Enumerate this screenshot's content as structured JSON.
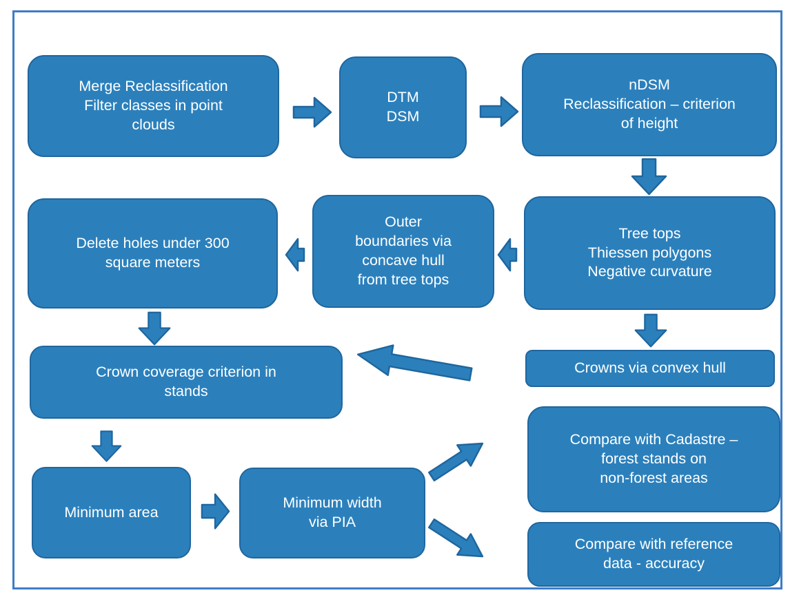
{
  "diagram": {
    "type": "flowchart",
    "background": "#ffffff",
    "colors": {
      "node_fill": "#2b80bc",
      "node_border": "#1f669e",
      "frame_border": "#3e7cc6",
      "text": "#ffffff"
    },
    "nodes": {
      "merge": {
        "label": "Merge Reclassification\nFilter classes in point\nclouds"
      },
      "dtm": {
        "label": "DTM\nDSM"
      },
      "ndsm": {
        "label": "nDSM\nReclassification – criterion\nof height"
      },
      "treetops": {
        "label": "Tree tops\nThiessen polygons\nNegative curvature"
      },
      "outer": {
        "label": "Outer\nboundaries via\nconcave hull\nfrom tree tops"
      },
      "delete": {
        "label": "Delete holes under 300\nsquare meters"
      },
      "crown": {
        "label": "Crown coverage criterion in\nstands"
      },
      "crownshull": {
        "label": "Crowns via convex hull"
      },
      "cadastre": {
        "label": "Compare with Cadastre –\nforest stands on\nnon-forest areas"
      },
      "minarea": {
        "label": "Minimum area"
      },
      "minwidth": {
        "label": "Minimum width\nvia PIA"
      },
      "reference": {
        "label": "Compare with reference\ndata - accuracy"
      }
    },
    "connections": [
      {
        "from": "merge",
        "to": "dtm",
        "direction": "right"
      },
      {
        "from": "dtm",
        "to": "ndsm",
        "direction": "right"
      },
      {
        "from": "ndsm",
        "to": "treetops",
        "direction": "down"
      },
      {
        "from": "treetops",
        "to": "outer",
        "direction": "left"
      },
      {
        "from": "outer",
        "to": "delete",
        "direction": "left"
      },
      {
        "from": "delete",
        "to": "crown",
        "direction": "down"
      },
      {
        "from": "treetops",
        "to": "crownshull",
        "direction": "down"
      },
      {
        "from": "crownshull",
        "to": "crown",
        "direction": "left"
      },
      {
        "from": "crown",
        "to": "minarea",
        "direction": "down"
      },
      {
        "from": "minarea",
        "to": "minwidth",
        "direction": "right"
      },
      {
        "from": "minwidth",
        "to": "cadastre",
        "direction": "up-right"
      },
      {
        "from": "minwidth",
        "to": "reference",
        "direction": "down-right"
      }
    ]
  }
}
